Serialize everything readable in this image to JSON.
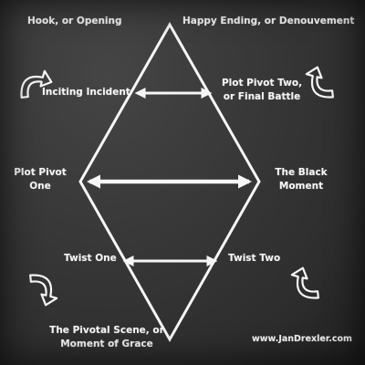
{
  "labels": {
    "hook": "Hook, or Opening",
    "happy_ending": "Happy Ending, or Denouvement",
    "inciting_incident": "Inciting Incident",
    "plot_pivot_two_line1": "Plot Pivot Two,",
    "plot_pivot_two_line2": "or Final Battle",
    "plot_pivot_one_line1": "Plot Pivot",
    "plot_pivot_one_line2": "One",
    "black_moment_line1": "The Black",
    "black_moment_line2": "Moment",
    "twist_one": "Twist One",
    "twist_two": "Twist Two",
    "pivotal_scene_line1": "The Pivotal Scene, or",
    "pivotal_scene_line2": "Moment of Grace",
    "website": "www.JanDrexler.com"
  },
  "colors": {
    "chalk": "#f6f6f6",
    "board": "#333333"
  },
  "icons": [
    "curved-arrow-icon"
  ]
}
